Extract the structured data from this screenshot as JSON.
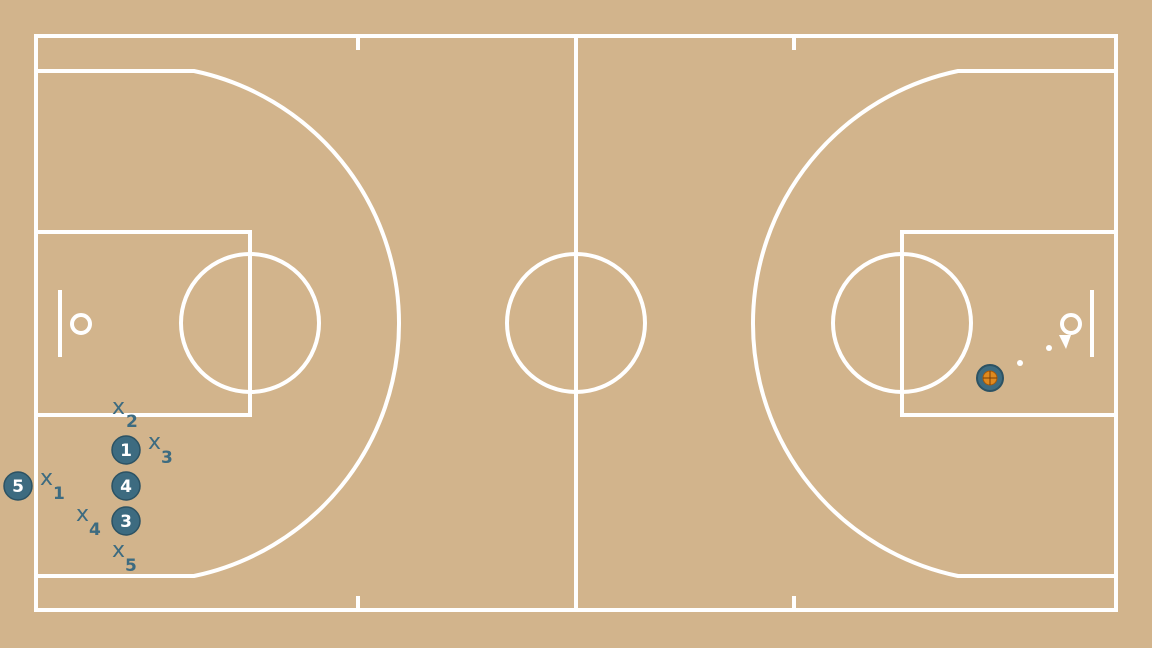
{
  "court": {
    "floor_color": "#d2b48c",
    "line_color": "#ffffff",
    "marker_color": "#3d6b80",
    "ball_color": "#e08a1e"
  },
  "offense": [
    {
      "id": "player-1",
      "label": "1"
    },
    {
      "id": "player-4",
      "label": "4"
    },
    {
      "id": "player-3",
      "label": "3"
    },
    {
      "id": "player-5",
      "label": "5"
    }
  ],
  "defense": [
    {
      "id": "defender-2",
      "mark": "x",
      "number": "2"
    },
    {
      "id": "defender-3",
      "mark": "x",
      "number": "3"
    },
    {
      "id": "defender-1",
      "mark": "x",
      "number": "1"
    },
    {
      "id": "defender-4",
      "mark": "x",
      "number": "4"
    },
    {
      "id": "defender-5",
      "mark": "x",
      "number": "5"
    }
  ],
  "ball": {
    "icon": "basketball-icon"
  }
}
